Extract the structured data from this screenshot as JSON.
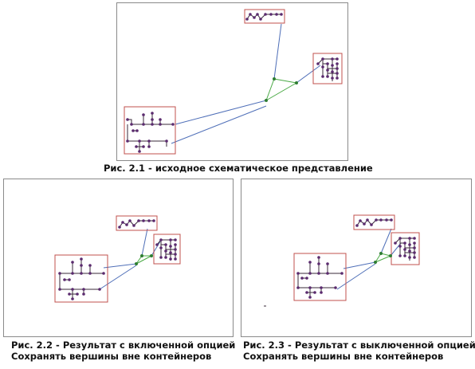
{
  "figures": [
    {
      "id": "fig-2-1",
      "caption_lines": [
        "Рис. 2.1 - исходное схематическое представление"
      ]
    },
    {
      "id": "fig-2-2",
      "caption_lines": [
        "Рис. 2.2 - Результат с включенной опцией",
        "Сохранять вершины вне контейнеров"
      ]
    },
    {
      "id": "fig-2-3",
      "caption_lines": [
        "Рис. 2.3 - Результат с выключенной опцией",
        "Сохранять вершины вне контейнеров"
      ]
    }
  ],
  "colors": {
    "container_border": "#c0504d",
    "node_fill": "#5a2a6e",
    "tree_line": "#3a2a3a",
    "link_blue": "#4f6fb8",
    "link_green": "#49a944",
    "hub_node": "#2e7d32"
  }
}
